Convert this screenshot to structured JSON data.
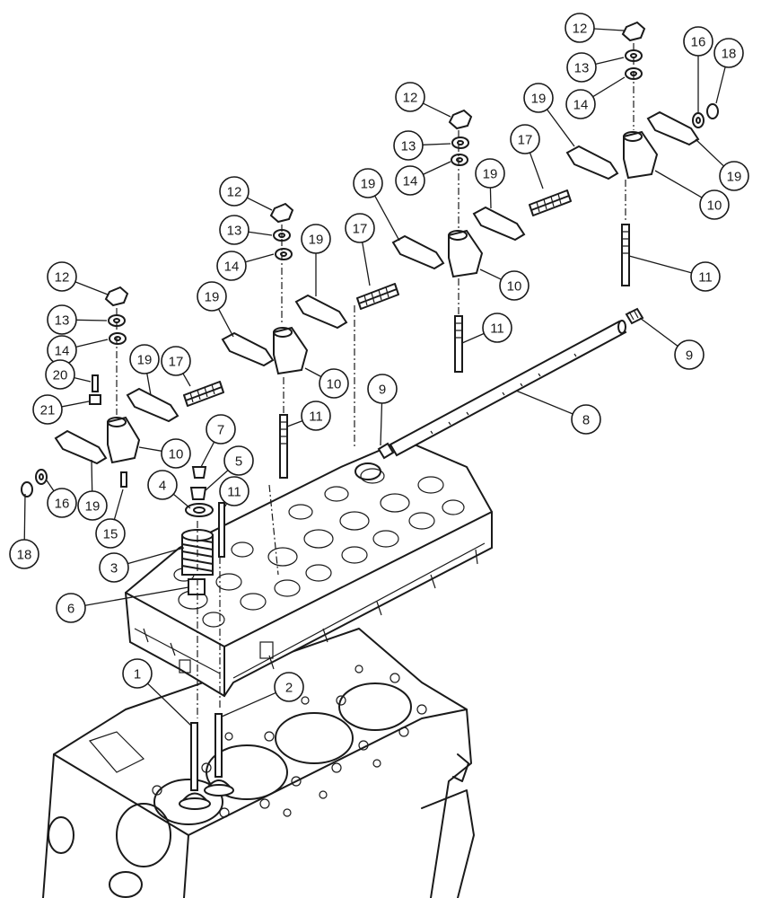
{
  "callouts": [
    {
      "label": "1"
    },
    {
      "label": "2"
    },
    {
      "label": "3"
    },
    {
      "label": "4"
    },
    {
      "label": "5"
    },
    {
      "label": "6"
    },
    {
      "label": "7"
    },
    {
      "label": "8"
    },
    {
      "label": "9"
    },
    {
      "label": "9"
    },
    {
      "label": "10"
    },
    {
      "label": "10"
    },
    {
      "label": "10"
    },
    {
      "label": "10"
    },
    {
      "label": "11"
    },
    {
      "label": "11"
    },
    {
      "label": "11"
    },
    {
      "label": "11"
    },
    {
      "label": "12"
    },
    {
      "label": "12"
    },
    {
      "label": "12"
    },
    {
      "label": "12"
    },
    {
      "label": "13"
    },
    {
      "label": "13"
    },
    {
      "label": "13"
    },
    {
      "label": "13"
    },
    {
      "label": "14"
    },
    {
      "label": "14"
    },
    {
      "label": "14"
    },
    {
      "label": "14"
    },
    {
      "label": "15"
    },
    {
      "label": "16"
    },
    {
      "label": "16"
    },
    {
      "label": "17"
    },
    {
      "label": "17"
    },
    {
      "label": "17"
    },
    {
      "label": "18"
    },
    {
      "label": "18"
    },
    {
      "label": "19"
    },
    {
      "label": "19"
    },
    {
      "label": "19"
    },
    {
      "label": "19"
    },
    {
      "label": "19"
    },
    {
      "label": "19"
    },
    {
      "label": "19"
    },
    {
      "label": "19"
    },
    {
      "label": "20"
    },
    {
      "label": "21"
    }
  ]
}
